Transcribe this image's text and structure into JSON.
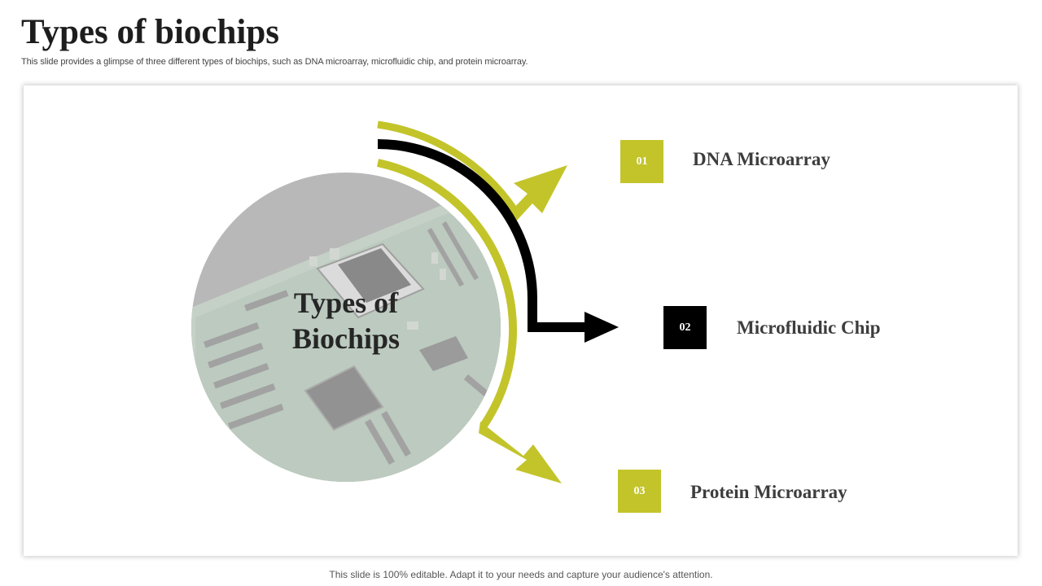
{
  "slide": {
    "title": "Types of biochips",
    "subtitle": "This slide provides a glimpse of three different types of biochips, such as DNA microarray, microfluidic chip, and protein microarray.",
    "footer": "This slide is 100% editable. Adapt it to your needs and capture your audience's attention."
  },
  "diagram": {
    "center_title": "Types of Biochips",
    "accent_color": "#c3c42a",
    "dark_color": "#000000",
    "items": [
      {
        "number": "01",
        "label": "DNA Microarray",
        "badge_color": "#c3c42a"
      },
      {
        "number": "02",
        "label": "Microfluidic Chip",
        "badge_color": "#000000"
      },
      {
        "number": "03",
        "label": "Protein Microarray",
        "badge_color": "#c3c42a"
      }
    ]
  }
}
